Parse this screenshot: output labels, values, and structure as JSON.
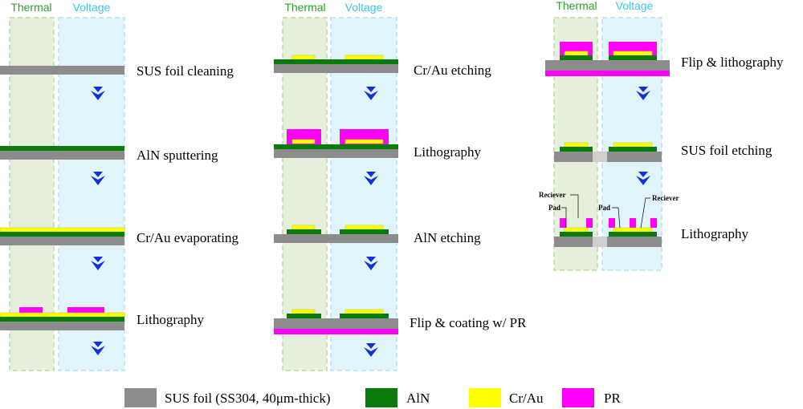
{
  "colors": {
    "sus": "#8c8c8c",
    "aln": "#0a7a0a",
    "crau": "#ffff00",
    "pr": "#ff00ff",
    "arrow": "#1430d8",
    "thermal_label": "#2e9e2e",
    "voltage_label": "#3cc8e8",
    "thermal_fill": "#e6efdc",
    "voltage_fill": "#e2f4fb",
    "gap": "#cfcfcf"
  },
  "columns": {
    "thermal": "Thermal",
    "voltage": "Voltage"
  },
  "steps_col1": [
    "SUS foil cleaning",
    "AlN sputtering",
    "Cr/Au evaporating",
    "Lithography"
  ],
  "steps_col2": [
    "Cr/Au etching",
    "Lithography",
    "AlN etching",
    "Flip & coating w/ PR"
  ],
  "steps_col3": [
    "Flip & lithography",
    "SUS foil etching",
    "Lithography"
  ],
  "callouts": {
    "reciever_left": "Reciever",
    "pad_left": "Pad",
    "pad_right": "Pad",
    "reciever_right": "Reciever"
  },
  "legend": [
    {
      "label": "SUS foil (SS304, 40μm-thick)",
      "color": "#8c8c8c"
    },
    {
      "label": "AlN",
      "color": "#0a7a0a"
    },
    {
      "label": "Cr/Au",
      "color": "#ffff00"
    },
    {
      "label": "PR",
      "color": "#ff00ff"
    }
  ]
}
